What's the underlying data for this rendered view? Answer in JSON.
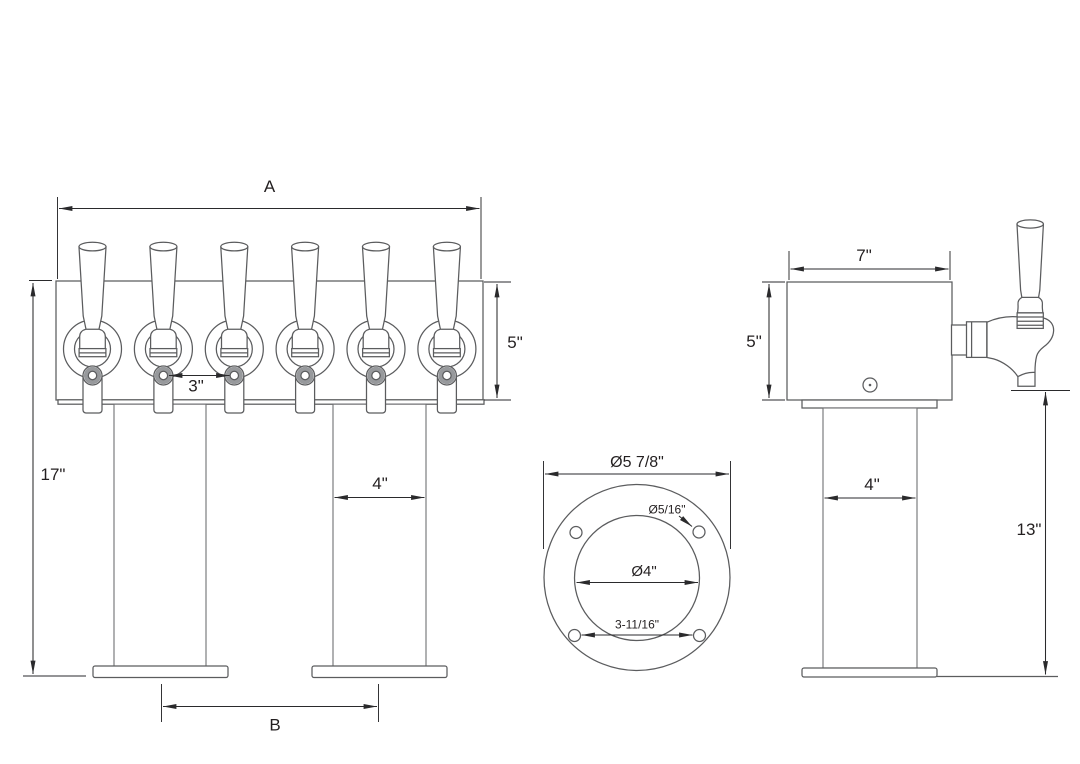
{
  "colors": {
    "background": "#ffffff",
    "drawing_outline": "#5b5c5e",
    "dimension_lines": "#2a2a2c",
    "collar_ring_gray": "#97999c"
  },
  "front_view": {
    "faucet_count": 6,
    "dim_overall_width": "A",
    "dim_body_height": "5\"",
    "dim_faucet_spacing": "3\"",
    "dim_overall_height": "17\"",
    "dim_column_diameter": "4\"",
    "dim_column_spacing": "B"
  },
  "flange_view": {
    "dim_flange_diameter": "Ø5 7/8\"",
    "dim_bolt_hole_diameter": "Ø5/16\"",
    "dim_column_diameter": "Ø4\"",
    "dim_bolt_hole_spacing": "3-11/16\""
  },
  "side_view": {
    "dim_body_depth": "7\"",
    "dim_body_height": "5\"",
    "dim_column_diameter": "4\"",
    "dim_column_height": "13\""
  }
}
